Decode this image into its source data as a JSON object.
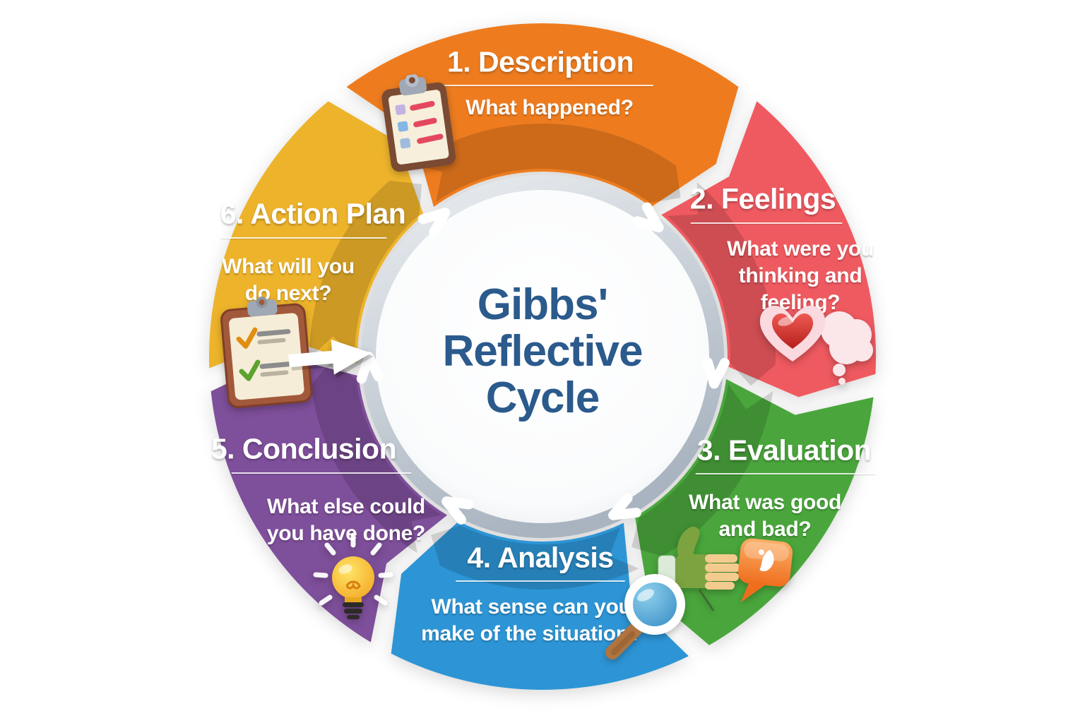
{
  "title": "Gibbs' Reflective Cycle",
  "center": {
    "lines": [
      "Gibbs'",
      "Reflective",
      "Cycle"
    ],
    "text_color": "#2B5A8C"
  },
  "colors": {
    "ring_light": "#EAEDF1",
    "ring_dark": "#A9B4C0",
    "inner_circle": "#FCFCFD",
    "background": "#FFFFFF"
  },
  "segments": [
    {
      "id": "description",
      "label": "1. Description",
      "question_lines": [
        "What happened?"
      ],
      "color": "#EE7C1F",
      "icon": "clipboard-icon"
    },
    {
      "id": "feelings",
      "label": "2. Feelings",
      "question_lines": [
        "What were you",
        "thinking and",
        "feeling?"
      ],
      "color": "#EF5A60",
      "icon": "heart-thought-icon"
    },
    {
      "id": "evaluation",
      "label": "3. Evaluation",
      "question_lines": [
        "What was good",
        "and bad?"
      ],
      "color": "#4AA63C",
      "icon": "thumbs-up-down-icon"
    },
    {
      "id": "analysis",
      "label": "4. Analysis",
      "question_lines": [
        "What sense can you",
        "make of the situation?"
      ],
      "color": "#2D95D5",
      "icon": "magnifier-icon"
    },
    {
      "id": "conclusion",
      "label": "5. Conclusion",
      "question_lines": [
        "What else could",
        "you have done?"
      ],
      "color": "#7E4F9A",
      "icon": "lightbulb-icon"
    },
    {
      "id": "action-plan",
      "label": "6. Action Plan",
      "question_lines": [
        "What will you",
        "do next?"
      ],
      "color": "#EDB32B",
      "icon": "clipboard-arrow-icon"
    }
  ]
}
